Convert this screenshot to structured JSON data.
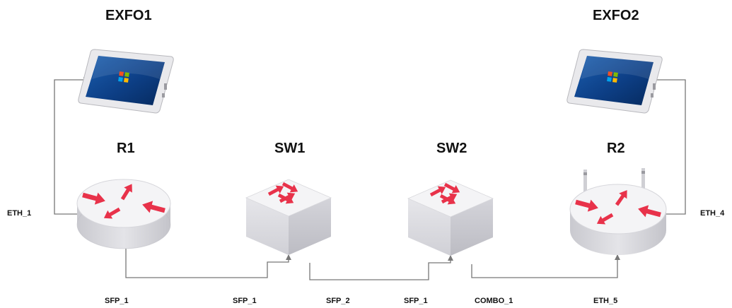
{
  "devices": {
    "exfo1": {
      "label": "EXFO1",
      "icon": "tablet-icon"
    },
    "exfo2": {
      "label": "EXFO2",
      "icon": "tablet-icon"
    },
    "r1": {
      "label": "R1",
      "icon": "router-icon"
    },
    "sw1": {
      "label": "SW1",
      "icon": "switch-icon"
    },
    "sw2": {
      "label": "SW2",
      "icon": "switch-icon"
    },
    "r2": {
      "label": "R2",
      "icon": "wireless-router-icon"
    }
  },
  "ports": {
    "r1_eth1": "ETH_1",
    "r1_sfp1": "SFP_1",
    "sw1_sfp1": "SFP_1",
    "sw1_sfp2": "SFP_2",
    "sw2_sfp1": "SFP_1",
    "sw2_combo1": "COMBO_1",
    "r2_eth5": "ETH_5",
    "r2_eth4": "ETH_4"
  },
  "colors": {
    "arrow": "#e8324a",
    "line": "#777777",
    "device_top": "#f4f4f6",
    "device_side": "#d2d2d6"
  }
}
